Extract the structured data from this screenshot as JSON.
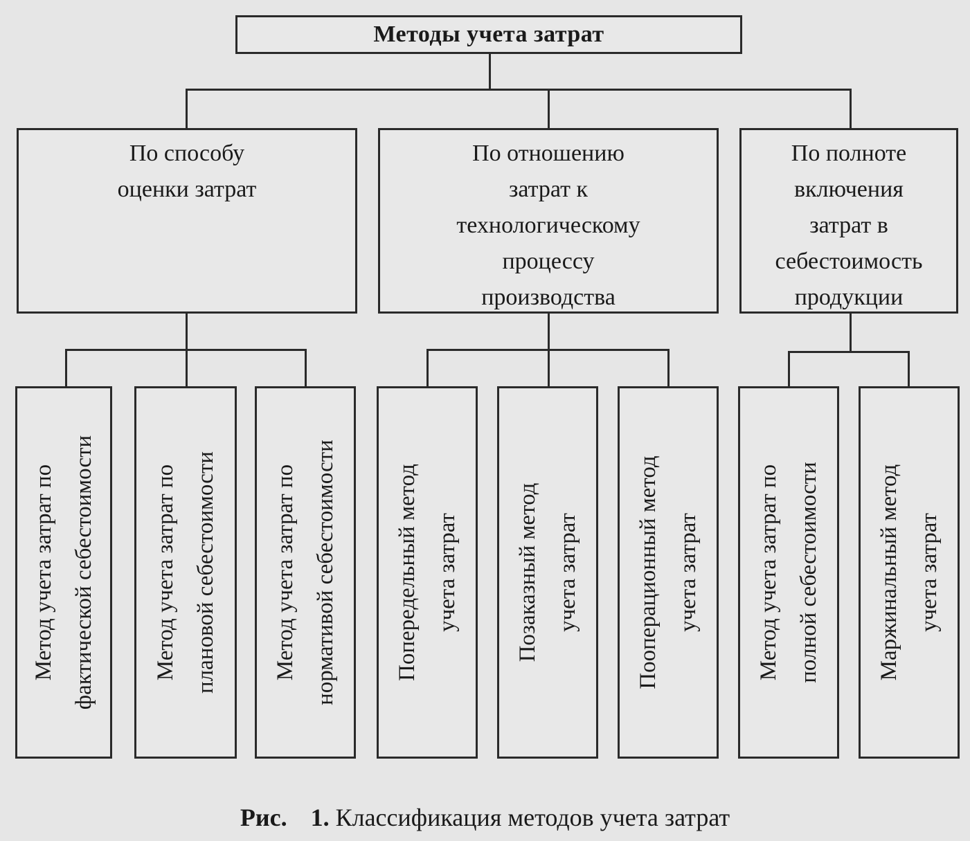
{
  "diagram": {
    "root": {
      "title": "Методы учета затрат"
    },
    "categories": [
      {
        "lines": [
          "По способу",
          "оценки затрат"
        ],
        "methods": [
          {
            "lines": [
              "Метод учета затрат по",
              "фактической себестоимости"
            ]
          },
          {
            "lines": [
              "Метод учета затрат по",
              "плановой себестоимости"
            ]
          },
          {
            "lines": [
              "Метод учета затрат по",
              "нормативой себестоимости"
            ]
          }
        ]
      },
      {
        "lines": [
          "По отношению",
          "затрат к",
          "технологическому",
          "процессу",
          "производства"
        ],
        "methods": [
          {
            "lines": [
              "Попередельный метод",
              "учета затрат"
            ]
          },
          {
            "lines": [
              "Позаказный метод",
              "учета затрат"
            ]
          },
          {
            "lines": [
              "Пооперационный метод",
              "учета затрат"
            ]
          }
        ]
      },
      {
        "lines": [
          "По полноте",
          "включения",
          "затрат в",
          "себестоимость",
          "продукции"
        ],
        "methods": [
          {
            "lines": [
              "Метод учета затрат по",
              "полной себестоимости"
            ]
          },
          {
            "lines": [
              "Маржинальный метод",
              "учета затрат"
            ]
          }
        ]
      }
    ]
  },
  "caption": {
    "label": "Рис.",
    "number": "1.",
    "text": "Классификация методов учета затрат"
  }
}
